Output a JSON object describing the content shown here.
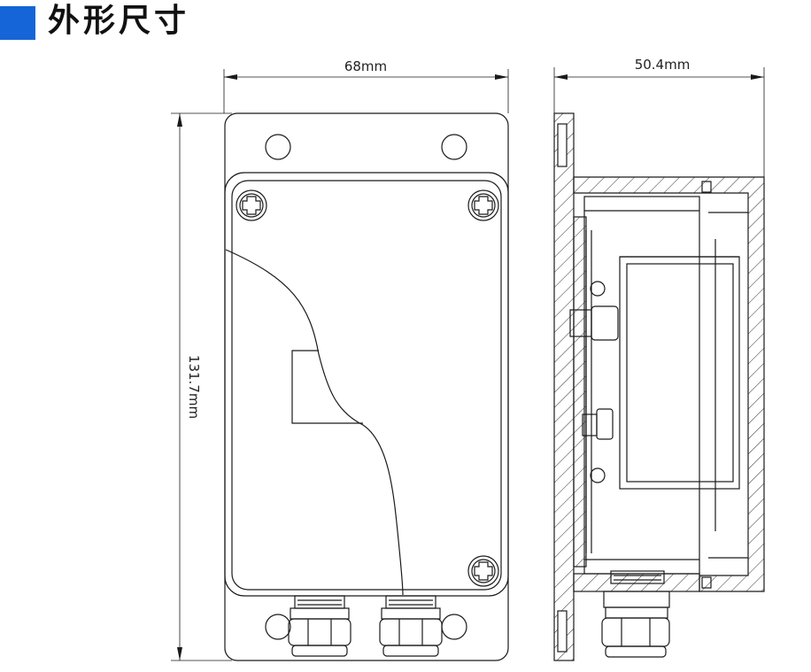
{
  "header": {
    "title": "外形尺寸",
    "accent_color": "#1565d8"
  },
  "dimensions": {
    "front_width": "68mm",
    "front_height": "131.7mm",
    "side_depth": "50.4mm"
  },
  "colors": {
    "line": "#1a1a1a",
    "hatch": "#333333"
  }
}
